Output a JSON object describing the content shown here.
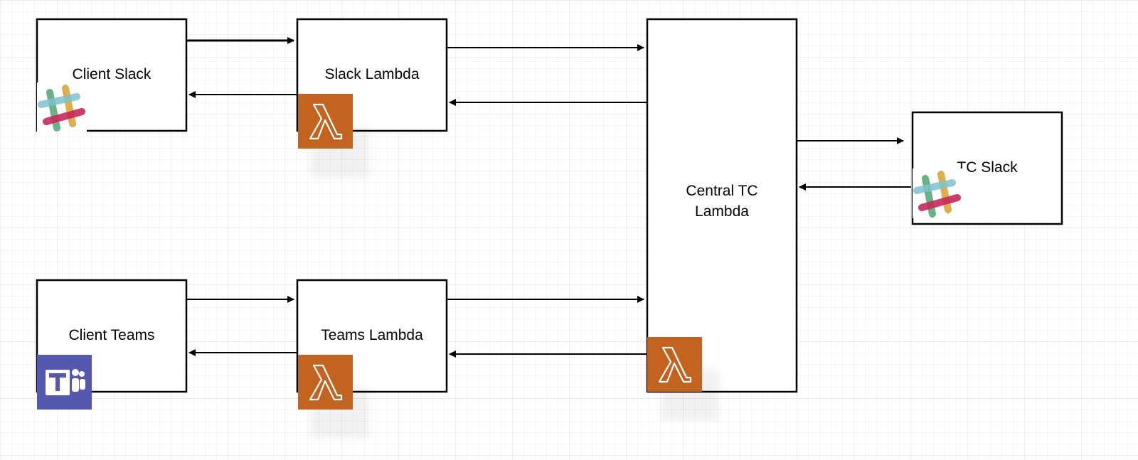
{
  "diagram": {
    "nodes": {
      "client_slack": {
        "label": "Client Slack",
        "icon": "slack-icon"
      },
      "slack_lambda": {
        "label": "Slack Lambda",
        "icon": "aws-lambda-icon"
      },
      "central_tc_lambda": {
        "label_line1": "Central TC",
        "label_line2": "Lambda",
        "icon": "aws-lambda-icon"
      },
      "tc_slack": {
        "label": "TC Slack",
        "icon": "slack-icon"
      },
      "client_teams": {
        "label": "Client Teams",
        "icon": "microsoft-teams-icon"
      },
      "teams_lambda": {
        "label": "Teams Lambda",
        "icon": "aws-lambda-icon"
      }
    },
    "edges": [
      {
        "from": "client_slack",
        "to": "slack_lambda"
      },
      {
        "from": "slack_lambda",
        "to": "client_slack"
      },
      {
        "from": "slack_lambda",
        "to": "central_tc_lambda"
      },
      {
        "from": "central_tc_lambda",
        "to": "slack_lambda"
      },
      {
        "from": "central_tc_lambda",
        "to": "tc_slack"
      },
      {
        "from": "tc_slack",
        "to": "central_tc_lambda"
      },
      {
        "from": "client_teams",
        "to": "teams_lambda"
      },
      {
        "from": "teams_lambda",
        "to": "client_teams"
      },
      {
        "from": "teams_lambda",
        "to": "central_tc_lambda"
      },
      {
        "from": "central_tc_lambda",
        "to": "teams_lambda"
      }
    ],
    "colors": {
      "lambda_orange": "#c26420",
      "teams_purple": "#5558af",
      "slack_teal": "#7cc3cf",
      "slack_green": "#4fa56f",
      "slack_yellow": "#d6a22e",
      "slack_pink": "#c8285a",
      "grid": "#e6e6e6"
    }
  }
}
